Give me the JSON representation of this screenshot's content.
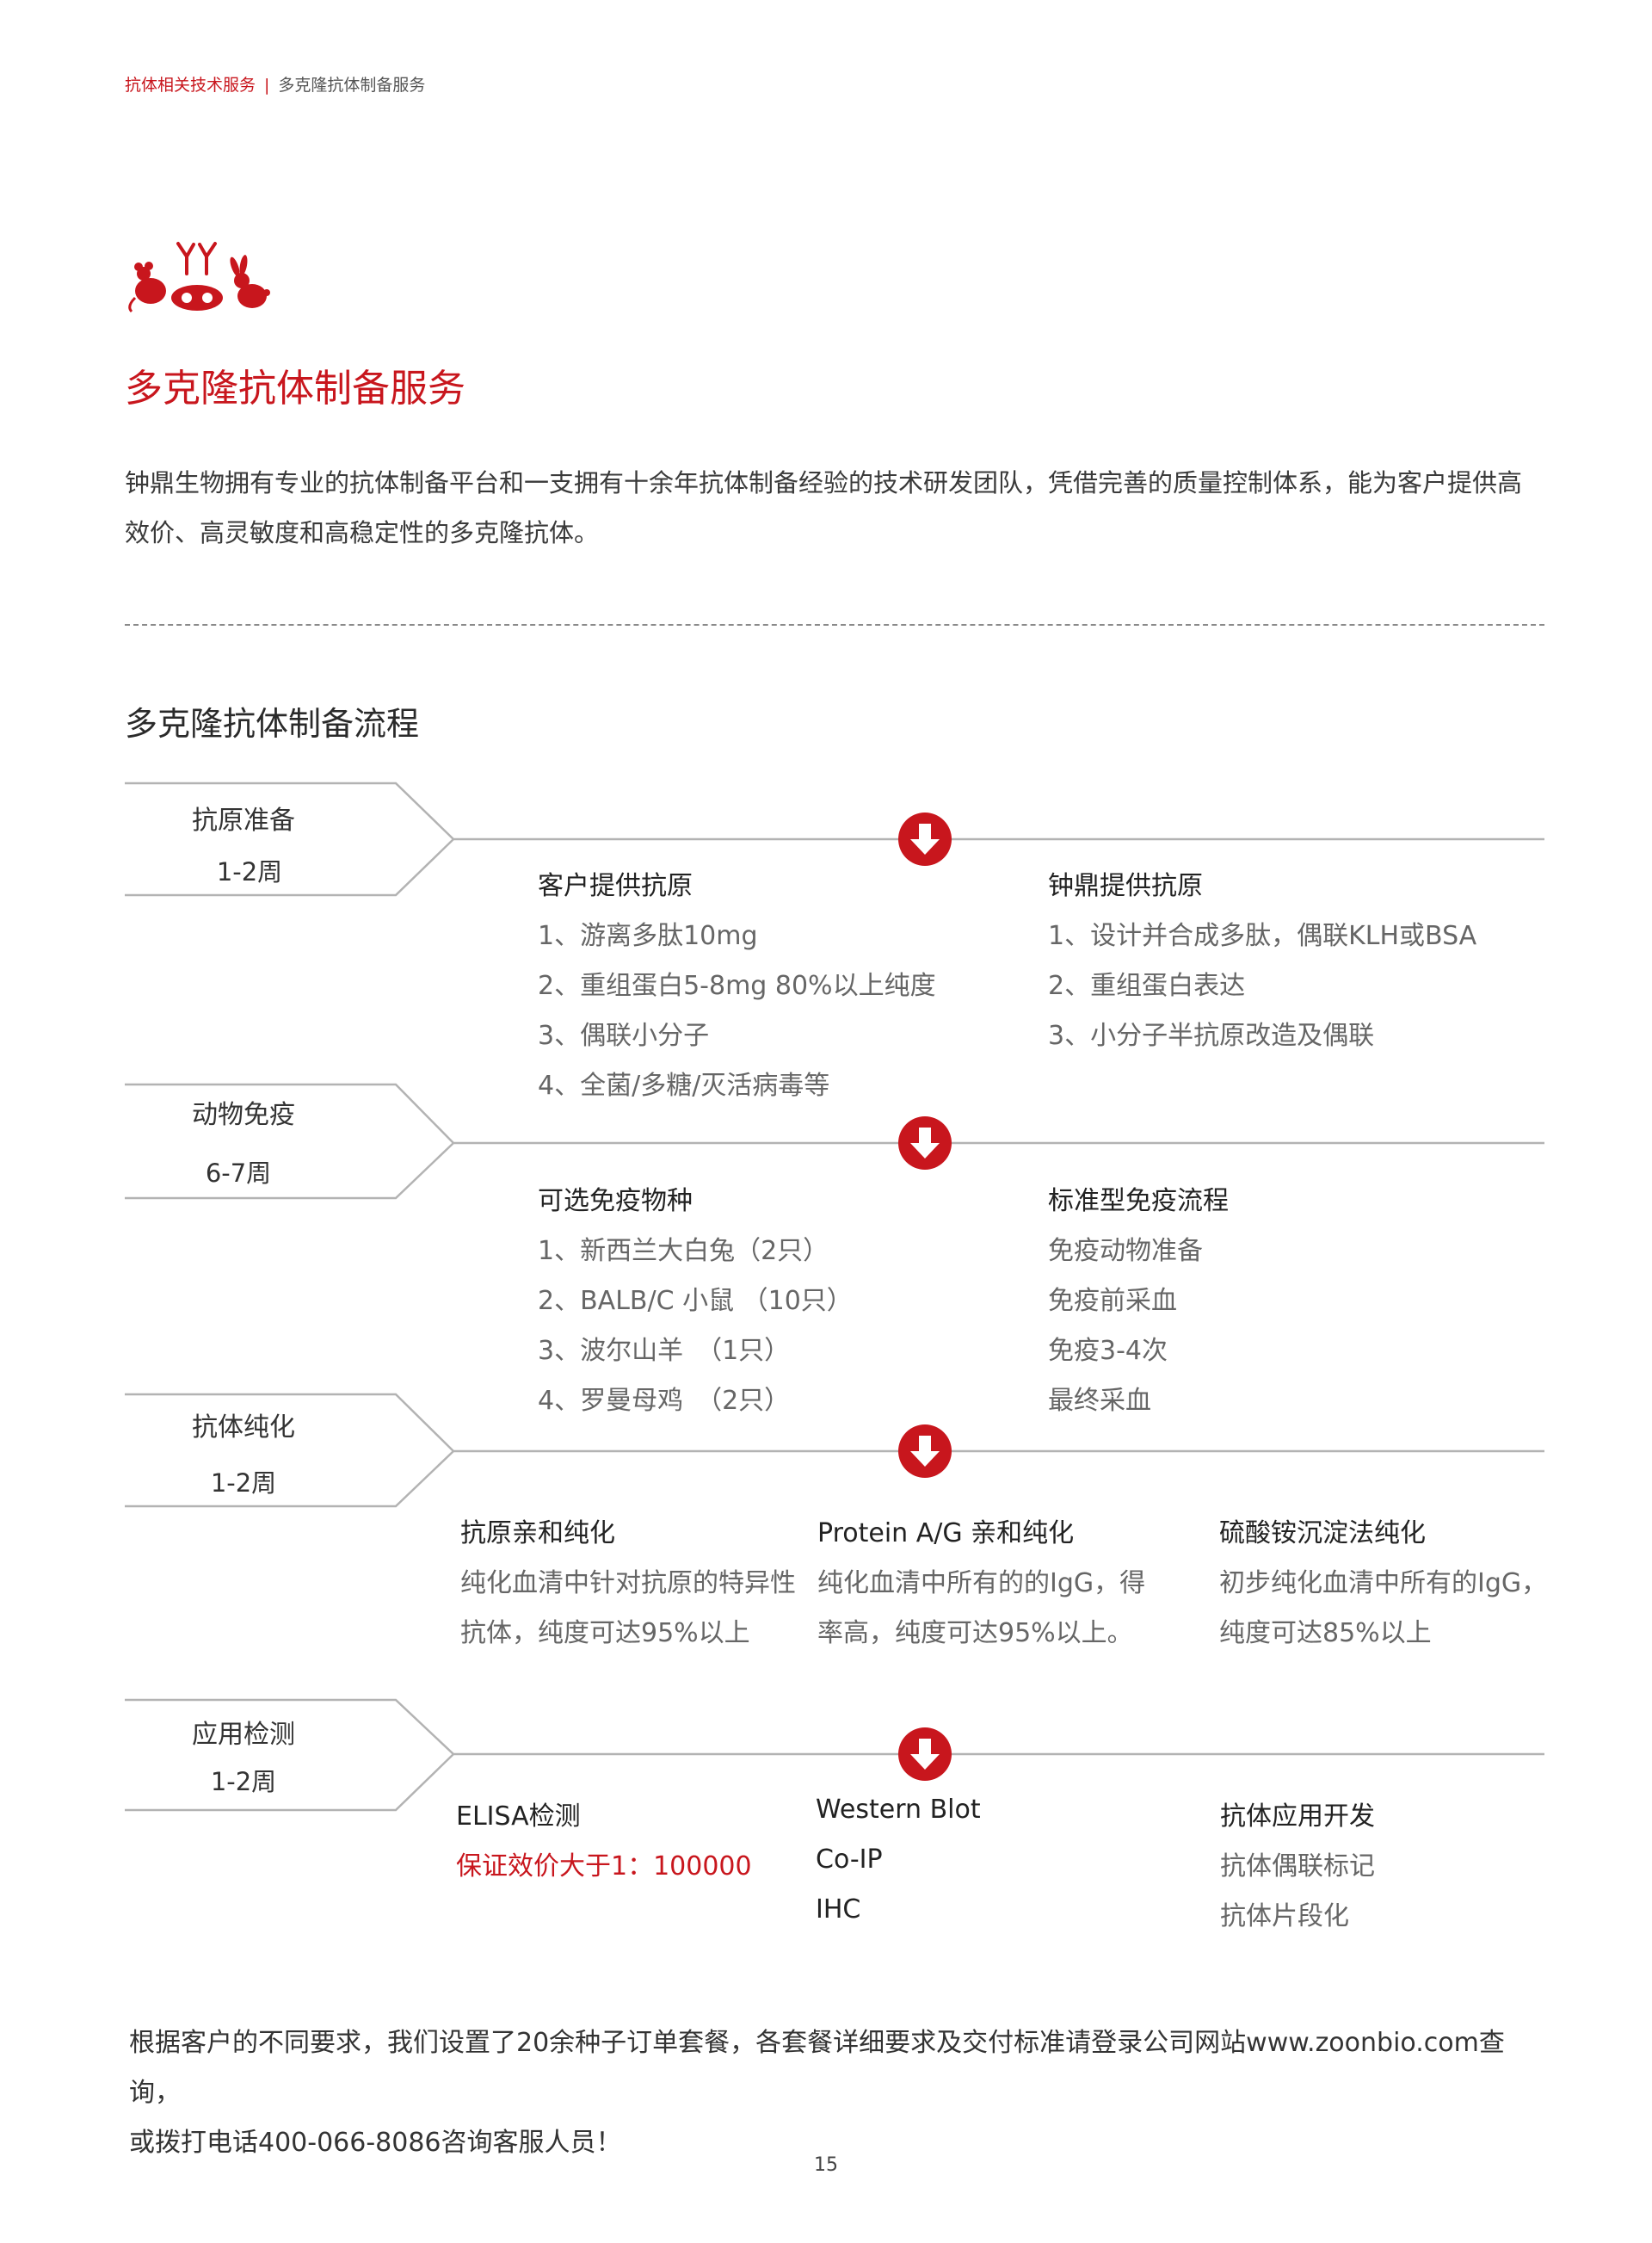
{
  "header": {
    "breadcrumb_parent": "抗体相关技术服务",
    "breadcrumb_separator": "|",
    "breadcrumb_current": "多克隆抗体制备服务"
  },
  "logo_icon": "mouse-antibody-goat-rabbit-icon",
  "title": "多克隆抗体制备服务",
  "intro_line1": "钟鼎生物拥有专业的抗体制备平台和一支拥有十余年抗体制备经验的技术研发团队，凭借完善的质量控制体系，能为客户提供高",
  "intro_line2": "效价、高灵敏度和高稳定性的多克隆抗体。",
  "section_title": "多克隆抗体制备流程",
  "colors": {
    "accent": "#c8161d",
    "line": "#b0b0b0"
  },
  "stages": [
    {
      "label": "抗原准备",
      "duration": "1-2周",
      "columns": [
        {
          "heading": "客户提供抗原",
          "items": [
            "1、游离多肽10mg",
            "2、重组蛋白5-8mg 80%以上纯度",
            "3、偶联小分子",
            "4、全菌/多糖/灭活病毒等"
          ]
        },
        {
          "heading": "钟鼎提供抗原",
          "items": [
            "1、设计并合成多肽，偶联KLH或BSA",
            "2、重组蛋白表达",
            "3、小分子半抗原改造及偶联"
          ]
        }
      ]
    },
    {
      "label": "动物免疫",
      "duration": "6-7周",
      "columns": [
        {
          "heading": "可选免疫物种",
          "items": [
            "1、新西兰大白兔（2只）",
            "2、BALB/C 小鼠 （10只）",
            "3、波尔山羊　（1只）",
            "4、罗曼母鸡　（2只）"
          ]
        },
        {
          "heading": "标准型免疫流程",
          "items": [
            "免疫动物准备",
            "免疫前采血",
            "免疫3-4次",
            "最终采血"
          ]
        }
      ]
    },
    {
      "label": "抗体纯化",
      "duration": "1-2周",
      "columns": [
        {
          "heading": "抗原亲和纯化",
          "items": [
            "纯化血清中针对抗原的特异性",
            "抗体，纯度可达95%以上"
          ]
        },
        {
          "heading": "Protein A/G 亲和纯化",
          "items": [
            "纯化血清中所有的的IgG，得",
            "率高，纯度可达95%以上。"
          ]
        },
        {
          "heading": "硫酸铵沉淀法纯化",
          "items": [
            "初步纯化血清中所有的IgG，",
            "纯度可达85%以上"
          ]
        }
      ]
    },
    {
      "label": "应用检测",
      "duration": "1-2周",
      "columns": [
        {
          "heading": "ELISA检测",
          "items": [
            "保证效价大于1：100000"
          ]
        },
        {
          "heading": "Western Blot",
          "items": [
            "Co-IP",
            "IHC"
          ]
        },
        {
          "heading": "抗体应用开发",
          "items": [
            "抗体偶联标记",
            "抗体片段化"
          ]
        }
      ]
    }
  ],
  "footer_line1": "根据客户的不同要求，我们设置了20余种子订单套餐，各套餐详细要求及交付标准请登录公司网站www.zoonbio.com查询，",
  "footer_line2": "或拨打电话400-066-8086咨询客服人员！",
  "page_number": "15"
}
